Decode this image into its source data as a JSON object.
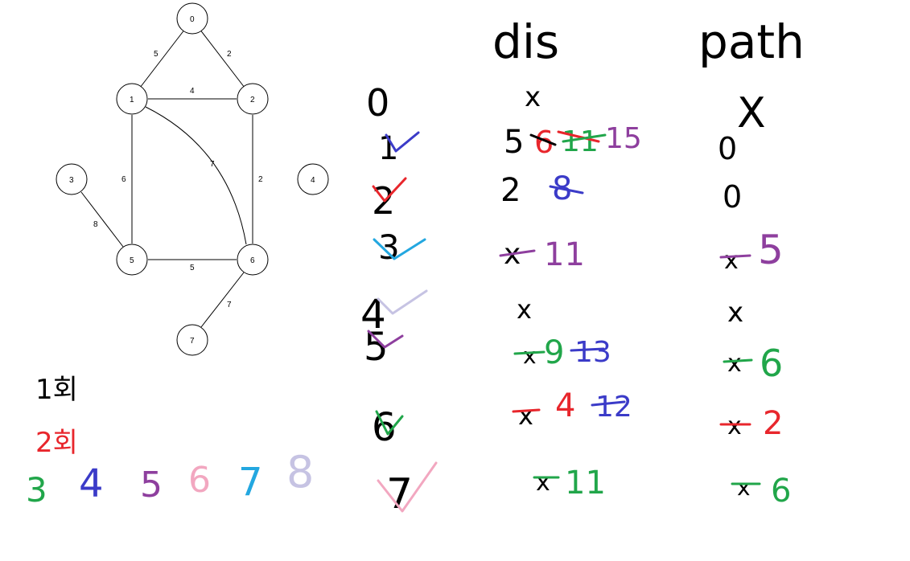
{
  "colors": {
    "black": "#000000",
    "red": "#e8262c",
    "green": "#21a64a",
    "blue": "#3b3bc8",
    "purple": "#8e3f9e",
    "pink": "#f2a7c0",
    "cyan": "#23a7e0",
    "lavender": "#c6c3e3"
  },
  "graph": {
    "nodes": [
      "0",
      "1",
      "2",
      "3",
      "4",
      "5",
      "6",
      "7"
    ],
    "edges": [
      {
        "from": "0",
        "to": "1",
        "weight": "5"
      },
      {
        "from": "0",
        "to": "2",
        "weight": "2"
      },
      {
        "from": "1",
        "to": "2",
        "weight": "4"
      },
      {
        "from": "1",
        "to": "5",
        "weight": "6"
      },
      {
        "from": "1",
        "to": "6",
        "weight": "7"
      },
      {
        "from": "2",
        "to": "6",
        "weight": "2"
      },
      {
        "from": "3",
        "to": "5",
        "weight": "8"
      },
      {
        "from": "5",
        "to": "6",
        "weight": "5"
      },
      {
        "from": "6",
        "to": "7",
        "weight": "7"
      }
    ]
  },
  "table": {
    "headers": {
      "dist": "dis",
      "path": "path"
    },
    "rows": [
      {
        "node": "0",
        "dist": "x",
        "path": "X"
      },
      {
        "node": "1",
        "dist": "5 6 11 15",
        "path": "0"
      },
      {
        "node": "2",
        "dist": "2 8",
        "path": "0"
      },
      {
        "node": "3",
        "dist": "x 11",
        "path": "x 5"
      },
      {
        "node": "4",
        "dist": "x",
        "path": "x"
      },
      {
        "node": "5",
        "dist": "x 9 13",
        "path": "x 6"
      },
      {
        "node": "6",
        "dist": "x 4 12",
        "path": "x 2"
      },
      {
        "node": "7",
        "dist": "x 11",
        "path": "x 6"
      }
    ]
  },
  "rounds": {
    "r1": "1회",
    "r2": "2회",
    "nums": [
      "3",
      "4",
      "5",
      "6",
      "7",
      "8"
    ]
  }
}
